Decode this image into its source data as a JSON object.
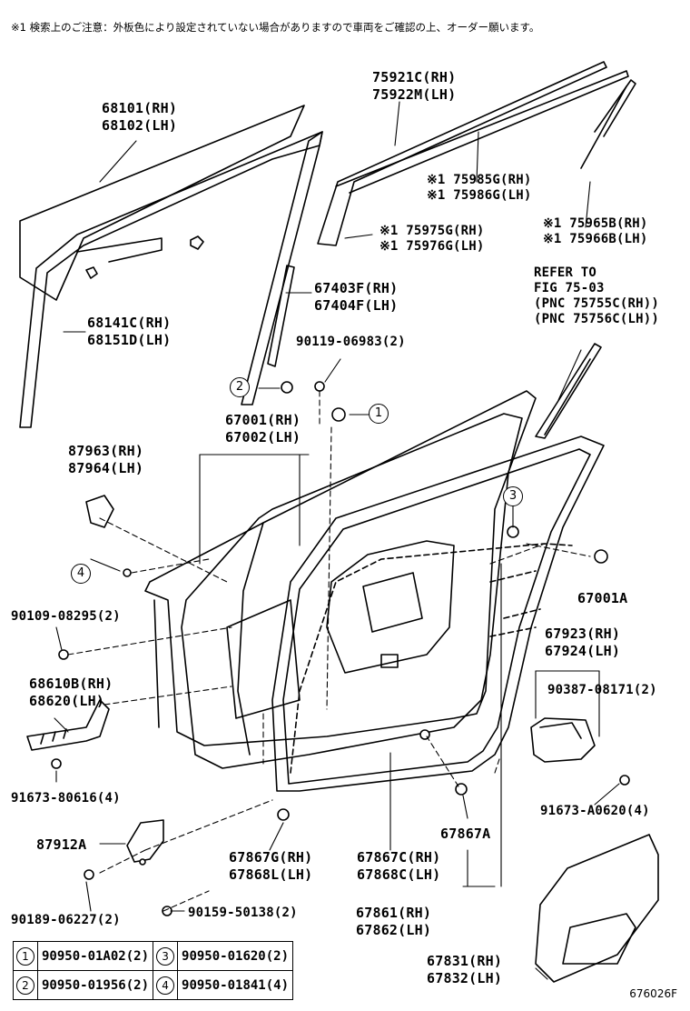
{
  "note": "※1 検索上のご注意：外板色により設定されていない場合がありますので車両をご確認の上、オーダー願います。",
  "figure_code": "676026F",
  "labels": {
    "l1": "75921C(RH)\n75922M(LH)",
    "l2": "68101(RH)\n68102(LH)",
    "l3": "※1 75985G(RH)\n※1 75986G(LH)",
    "l4": "※1 75975G(RH)\n※1 75976G(LH)",
    "l5": "※1 75965B(RH)\n※1 75966B(LH)",
    "l6": "67403F(RH)\n67404F(LH)",
    "l7": "REFER TO\nFIG 75-03\n(PNC 75755C(RH))\n(PNC 75756C(LH))",
    "l8": "68141C(RH)\n68151D(LH)",
    "l9": "90119-06983(2)",
    "l10": "67001(RH)\n67002(LH)",
    "l11": "87963(RH)\n87964(LH)",
    "l12": "67001A",
    "l13": "90109-08295(2)",
    "l14": "67923(RH)\n67924(LH)",
    "l15": "68610B(RH)\n68620(LH)",
    "l16": "90387-08171(2)",
    "l17": "91673-80616(4)",
    "l18": "91673-A0620(4)",
    "l19": "87912A",
    "l20": "67867A",
    "l21": "67867G(RH)\n67868L(LH)",
    "l22": "67867C(RH)\n67868C(LH)",
    "l23": "90189-06227(2)",
    "l24": "90159-50138(2)",
    "l25": "67861(RH)\n67862(LH)",
    "l26": "67831(RH)\n67832(LH)"
  },
  "callouts": {
    "c1": "1",
    "c2": "2",
    "c3": "3",
    "c4": "4"
  },
  "legend": [
    {
      "n1": "1",
      "p1": "90950-01A02(2)",
      "n2": "3",
      "p2": "90950-01620(2)"
    },
    {
      "n1": "2",
      "p1": "90950-01956(2)",
      "n2": "4",
      "p2": "90950-01841(4)"
    }
  ]
}
